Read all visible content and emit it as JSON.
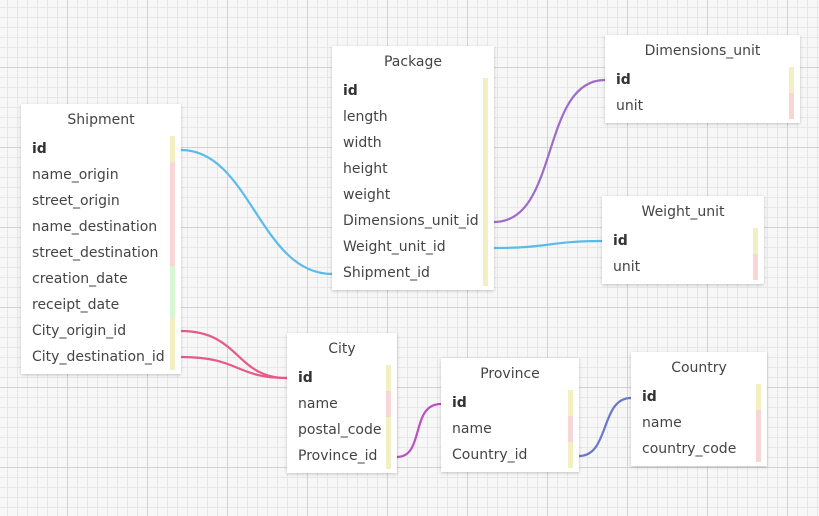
{
  "colors": {
    "link_blue": "#5bbbe9",
    "link_purple": "#9c6cc8",
    "link_pink": "#e55a8a",
    "link_magenta": "#bb4fc4",
    "link_indigo": "#6b78c9"
  },
  "tables": {
    "shipment": {
      "title": "Shipment",
      "fields": [
        "id",
        "name_origin",
        "street_origin",
        "name_destination",
        "street_destination",
        "creation_date",
        "receipt_date",
        "City_origin_id",
        "City_destination_id"
      ]
    },
    "package": {
      "title": "Package",
      "fields": [
        "id",
        "length",
        "width",
        "height",
        "weight",
        "Dimensions_unit_id",
        "Weight_unit_id",
        "Shipment_id"
      ]
    },
    "dimensions_unit": {
      "title": "Dimensions_unit",
      "fields": [
        "id",
        "unit"
      ]
    },
    "weight_unit": {
      "title": "Weight_unit",
      "fields": [
        "id",
        "unit"
      ]
    },
    "city": {
      "title": "City",
      "fields": [
        "id",
        "name",
        "postal_code",
        "Province_id"
      ]
    },
    "province": {
      "title": "Province",
      "fields": [
        "id",
        "name",
        "Country_id"
      ]
    },
    "country": {
      "title": "Country",
      "fields": [
        "id",
        "name",
        "country_code"
      ]
    }
  }
}
